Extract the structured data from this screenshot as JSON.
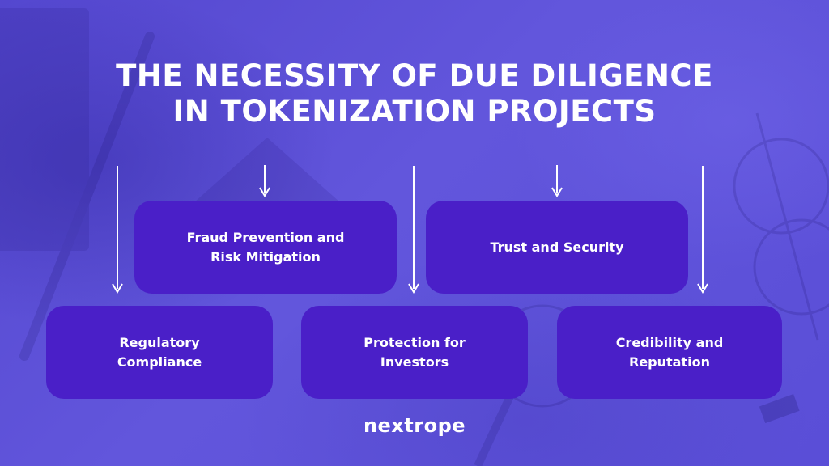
{
  "title": {
    "line1": "THE NECESSITY OF DUE DILIGENCE",
    "line2": "IN TOKENIZATION PROJECTS"
  },
  "boxes": {
    "fraud_prevention": {
      "line1": "Fraud Prevention and",
      "line2": "Risk Mitigation"
    },
    "trust_security": "Trust and Security",
    "regulatory_compliance": "Regulatory Compliance",
    "protection_investors": "Protection for Investors",
    "credibility_reputation": "Credibility and Reputation"
  },
  "logo": "nextrope",
  "colors": {
    "background": "#5b4fd6",
    "box": "#4a1fc8",
    "text": "#ffffff"
  }
}
